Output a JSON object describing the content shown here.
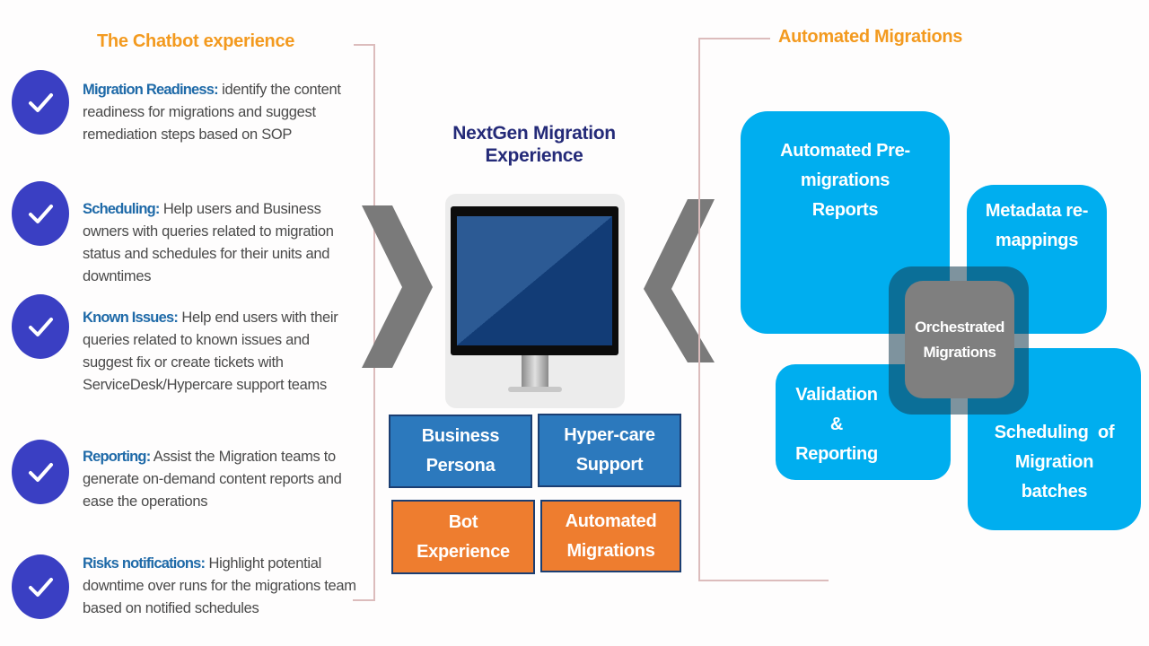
{
  "left_section": {
    "title": "The Chatbot experience",
    "items": [
      {
        "heading": "Migration Readiness:",
        "text": " identify the content readiness for migrations and suggest remediation steps based on SOP"
      },
      {
        "heading": "Scheduling:",
        "text": " Help users and Business owners with queries related to migration status and schedules for their units and downtimes"
      },
      {
        "heading": "Known Issues:",
        "text": " Help end users with their queries related to known issues and suggest fix or create tickets with ServiceDesk/Hypercare support teams"
      },
      {
        "heading": "Reporting:",
        "text": " Assist the Migration teams to generate on-demand content reports and ease the operations"
      },
      {
        "heading": "Risks notifications:",
        "text": " Highlight potential downtime over runs for the migrations team based on notified schedules"
      }
    ]
  },
  "center_section": {
    "title_line1": "NextGen Migration",
    "title_line2": "Experience",
    "tiles": [
      {
        "line1": "Business",
        "line2": "Persona",
        "color": "blue"
      },
      {
        "line1": "Hyper-care",
        "line2": "Support",
        "color": "blue"
      },
      {
        "line1": "Bot",
        "line2": "Experience",
        "color": "orange"
      },
      {
        "line1": "Automated",
        "line2": "Migrations",
        "color": "orange"
      }
    ]
  },
  "right_section": {
    "title": "Automated Migrations",
    "tiles": [
      {
        "lines": [
          "Automated Pre-",
          "migrations",
          "Reports"
        ]
      },
      {
        "lines": [
          "Metadata re-",
          "mappings"
        ]
      },
      {
        "lines": [
          "Validation",
          "&",
          "Reporting"
        ]
      },
      {
        "lines": [
          "Scheduling  of",
          "Migration",
          "batches"
        ]
      }
    ],
    "center_label_line1": "Orchestrated",
    "center_label_line2": "Migrations"
  },
  "colors": {
    "section_title": "#f39a1f",
    "item_heading": "#1f6aa8",
    "check_circle": "#3a3fc3",
    "center_title": "#242a78",
    "blue_tile": "#2c79bd",
    "orange_tile": "#ee7d2f",
    "migration_tile": "#00aeef",
    "orchestrated": "#7f7f7f",
    "chevron": "#7a7a7a"
  }
}
